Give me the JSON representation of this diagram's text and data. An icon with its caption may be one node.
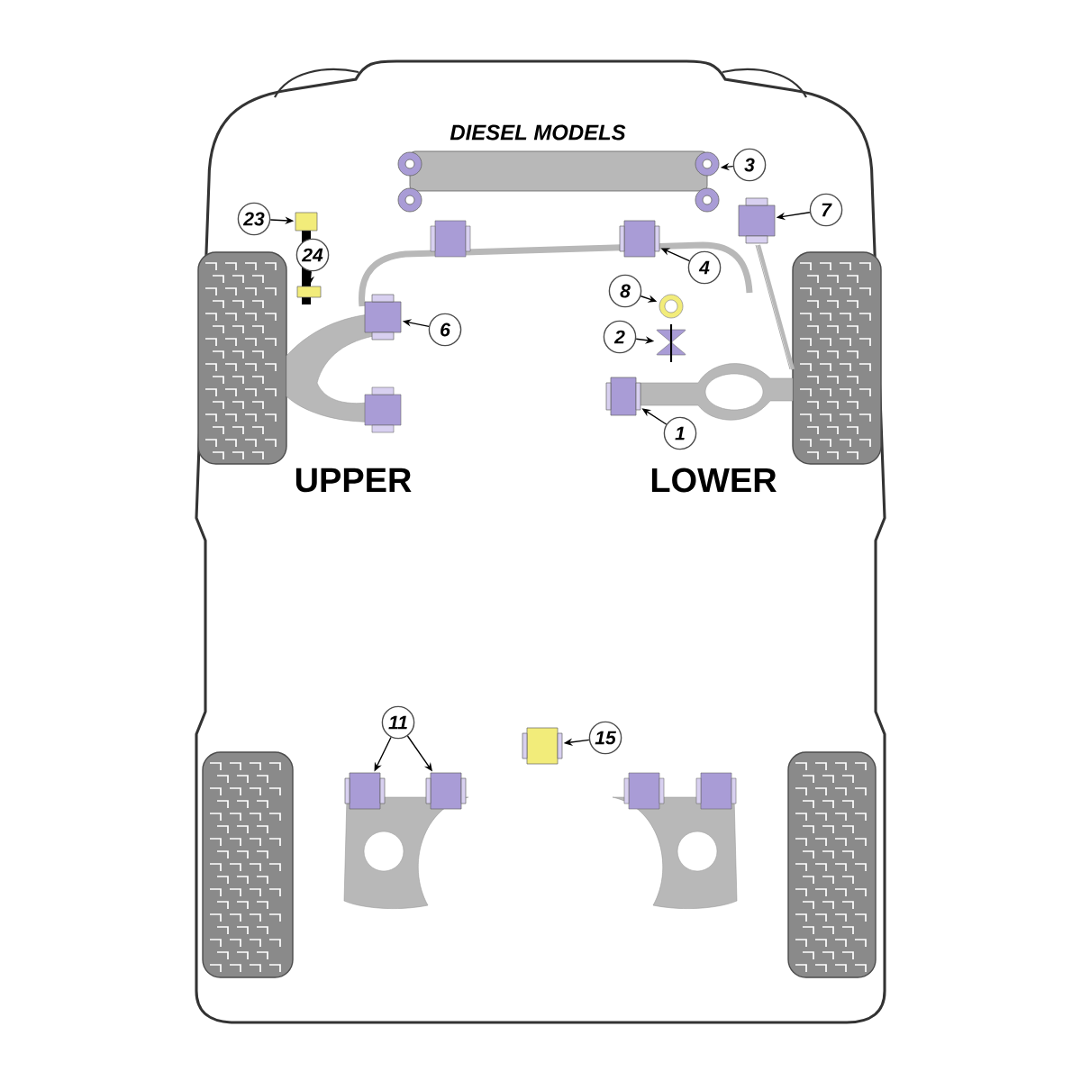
{
  "diagram": {
    "title": "DIESEL MODELS",
    "nodes": [
      {
        "text": [
          "23"
        ]
      },
      {
        "text": [
          "24"
        ]
      },
      {
        "text": [
          "3"
        ]
      },
      {
        "text": [
          "7"
        ]
      },
      {
        "text": [
          "4"
        ]
      },
      {
        "text": [
          "8"
        ]
      },
      {
        "text": [
          "2"
        ]
      },
      {
        "text": [
          "6"
        ]
      },
      {
        "text": [
          "1"
        ]
      },
      {
        "text": [
          "11"
        ]
      },
      {
        "text": [
          "15"
        ]
      },
      {
        "text": [],
        "shape": "box"
      },
      {
        "text": [],
        "shape": "box"
      },
      {
        "text": [],
        "shape": "bar"
      },
      {
        "text": [],
        "shape": "box"
      },
      {
        "text": [],
        "shape": "box"
      },
      {
        "text": [],
        "shape": "picture"
      },
      {
        "text": [],
        "shape": "picture"
      },
      {
        "text": [],
        "shape": "box"
      },
      {
        "text": [],
        "shape": "box"
      },
      {
        "text": [],
        "shape": "box"
      },
      {
        "text": [],
        "shape": "box"
      },
      {
        "text": [],
        "shape": "box"
      }
    ],
    "edges": [
      {
        "from": 0,
        "to": 11,
        "arrow": "to"
      },
      {
        "from": 1,
        "to": 12,
        "arrow": "to"
      },
      {
        "from": 2,
        "to": 13,
        "arrow": "to"
      },
      {
        "from": 3,
        "to": 14,
        "arrow": "to"
      },
      {
        "from": 4,
        "to": 15,
        "arrow": "to"
      },
      {
        "from": 5,
        "to": 16,
        "arrow": "to"
      },
      {
        "from": 6,
        "to": 17,
        "arrow": "to"
      },
      {
        "from": 7,
        "to": 18,
        "arrow": "to"
      },
      {
        "from": 8,
        "to": 19,
        "arrow": "to"
      },
      {
        "from": 9,
        "to": 20,
        "arrow": "to"
      },
      {
        "from": 9,
        "to": 21,
        "arrow": "to"
      },
      {
        "from": 10,
        "to": 22,
        "arrow": "to"
      }
    ],
    "labels": [
      "UPPER",
      "LOWER"
    ]
  }
}
